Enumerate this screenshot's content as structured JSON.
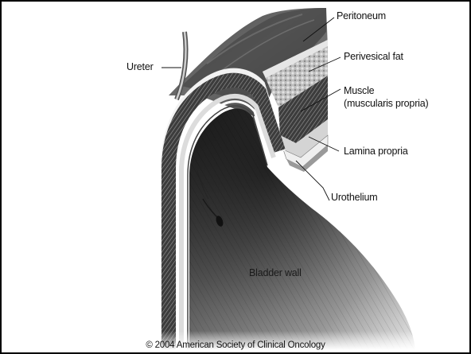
{
  "labels": {
    "peritoneum": "Peritoneum",
    "perivesical_fat": "Perivesical fat",
    "muscle": "Muscle",
    "muscle_sub": "(muscularis propria)",
    "lamina_propria": "Lamina propria",
    "urothelium": "Urothelium",
    "ureter": "Ureter",
    "bladder_wall": "Bladder wall"
  },
  "copyright": "© 2004 American Society of Clinical Oncology"
}
